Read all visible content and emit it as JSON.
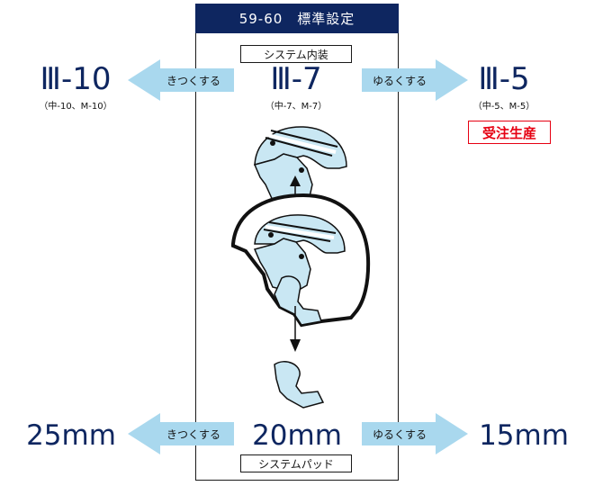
{
  "header": {
    "title": "59-60　標準設定"
  },
  "top_row": {
    "box_label": "システム内装",
    "left": {
      "size": "Ⅲ-10",
      "sub": "（中-10、M-10）"
    },
    "center": {
      "size": "Ⅲ-7",
      "sub": "（中-7、M-7）"
    },
    "right": {
      "size": "Ⅲ-5",
      "sub": "（中-5、M-5）",
      "badge": "受注生産"
    },
    "left_arrow_label": "きつくする",
    "right_arrow_label": "ゆるくする"
  },
  "bottom_row": {
    "box_label": "システムパッド",
    "left": {
      "size": "25mm"
    },
    "center": {
      "size": "20mm"
    },
    "right": {
      "size": "15mm"
    },
    "left_arrow_label": "きつくする",
    "right_arrow_label": "ゆるくする"
  },
  "colors": {
    "navy": "#0e2660",
    "arrow": "#a9d8ee",
    "part": "#c9e7f3",
    "red": "#e60012"
  },
  "icons": [
    "helmet-icon",
    "inner-liner-icon",
    "cheek-pad-icon",
    "up-arrow-icon",
    "down-arrow-icon"
  ]
}
